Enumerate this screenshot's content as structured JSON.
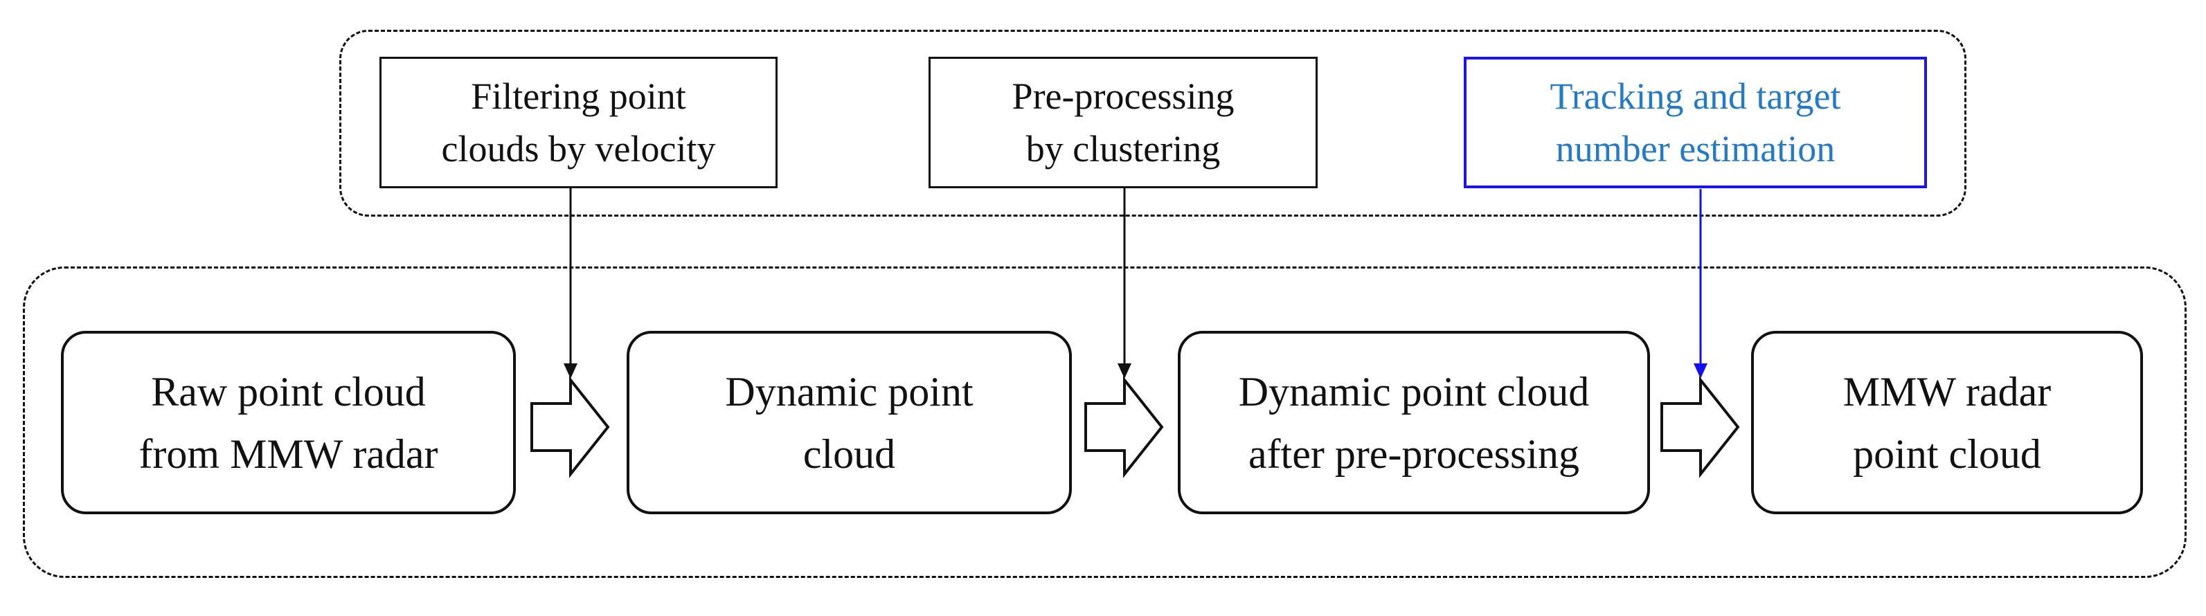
{
  "diagram": {
    "process_steps": {
      "filtering": {
        "lines": [
          "Filtering point",
          "clouds by velocity"
        ]
      },
      "preprocessing": {
        "lines": [
          "Pre-processing",
          "by clustering"
        ]
      },
      "tracking": {
        "lines": [
          "Tracking and target",
          "number estimation"
        ]
      }
    },
    "data_stages": {
      "raw": {
        "lines": [
          "Raw point cloud",
          "from MMW radar"
        ]
      },
      "dynamic": {
        "lines": [
          "Dynamic point",
          "cloud"
        ]
      },
      "preprocessed": {
        "lines": [
          "Dynamic point cloud",
          "after pre-processing"
        ]
      },
      "final": {
        "lines": [
          "MMW radar",
          "point cloud"
        ]
      }
    },
    "colors": {
      "line": "#111111",
      "background": "#ffffff",
      "highlight_border": "#1a14f0",
      "highlight_text": "#237ac8",
      "highlight_connector": "#1010f0"
    }
  }
}
